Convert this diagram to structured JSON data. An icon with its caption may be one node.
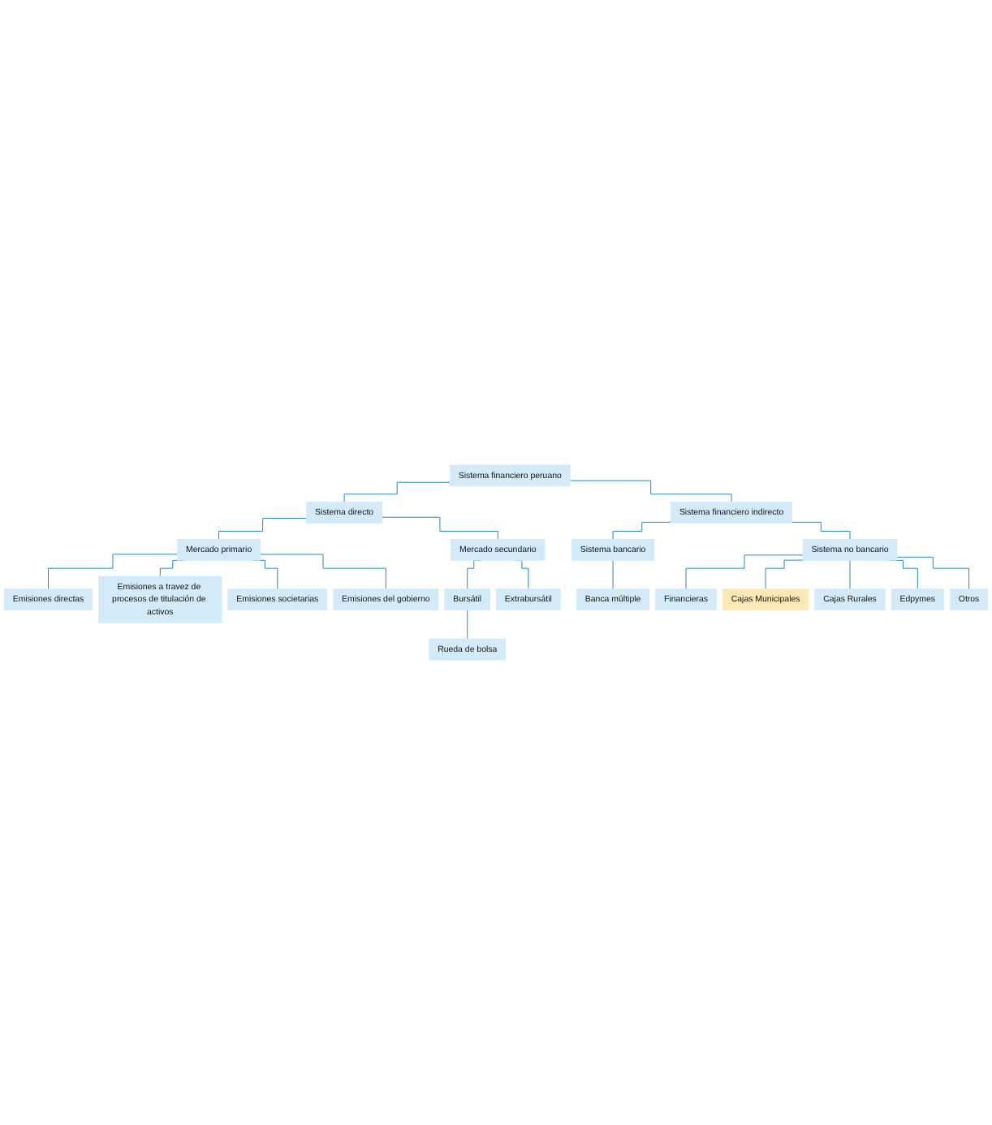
{
  "diagram": {
    "nodes": [
      {
        "text": [
          "Sistema financiero peruano"
        ]
      },
      {
        "text": [
          "Sistema directo"
        ]
      },
      {
        "text": [
          "Sistema financiero indirecto"
        ]
      },
      {
        "text": [
          "Mercado primario"
        ]
      },
      {
        "text": [
          "Mercado secundario"
        ]
      },
      {
        "text": [
          "Emisiones directas"
        ]
      },
      {
        "text": [
          "Emisiones a travez de procesos de titulación de activos"
        ]
      },
      {
        "text": [
          "Emisiones societarias"
        ]
      },
      {
        "text": [
          "Emisiones del gobierno"
        ]
      },
      {
        "text": [
          "Bursátil"
        ]
      },
      {
        "text": [
          "Extrabursátil"
        ]
      },
      {
        "text": [
          "Rueda de bolsa"
        ]
      },
      {
        "text": [
          "Sistema bancario"
        ]
      },
      {
        "text": [
          "Sistema no bancario"
        ]
      },
      {
        "text": [
          "Banca múltiple"
        ]
      },
      {
        "text": [
          "Financieras"
        ]
      },
      {
        "text": [
          "Cajas Municipales"
        ]
      },
      {
        "text": [
          "Cajas Rurales"
        ]
      },
      {
        "text": [
          "Edpymes"
        ]
      },
      {
        "text": [
          "Otros"
        ]
      }
    ],
    "edges": [
      {
        "from": 0,
        "to": 1,
        "arrow": "none"
      },
      {
        "from": 0,
        "to": 2,
        "arrow": "none"
      },
      {
        "from": 1,
        "to": 3,
        "arrow": "none"
      },
      {
        "from": 1,
        "to": 4,
        "arrow": "none"
      },
      {
        "from": 3,
        "to": 5,
        "arrow": "none"
      },
      {
        "from": 3,
        "to": 6,
        "arrow": "none"
      },
      {
        "from": 3,
        "to": 7,
        "arrow": "none"
      },
      {
        "from": 3,
        "to": 8,
        "arrow": "none"
      },
      {
        "from": 4,
        "to": 9,
        "arrow": "none"
      },
      {
        "from": 4,
        "to": 10,
        "arrow": "none"
      },
      {
        "from": 9,
        "to": 11,
        "arrow": "none"
      },
      {
        "from": 2,
        "to": 12,
        "arrow": "none"
      },
      {
        "from": 2,
        "to": 13,
        "arrow": "none"
      },
      {
        "from": 12,
        "to": 14,
        "arrow": "none"
      },
      {
        "from": 13,
        "to": 15,
        "arrow": "none"
      },
      {
        "from": 13,
        "to": 16,
        "arrow": "none"
      },
      {
        "from": 13,
        "to": 17,
        "arrow": "none"
      },
      {
        "from": 13,
        "to": 18,
        "arrow": "none"
      },
      {
        "from": 13,
        "to": 19,
        "arrow": "none"
      }
    ]
  }
}
